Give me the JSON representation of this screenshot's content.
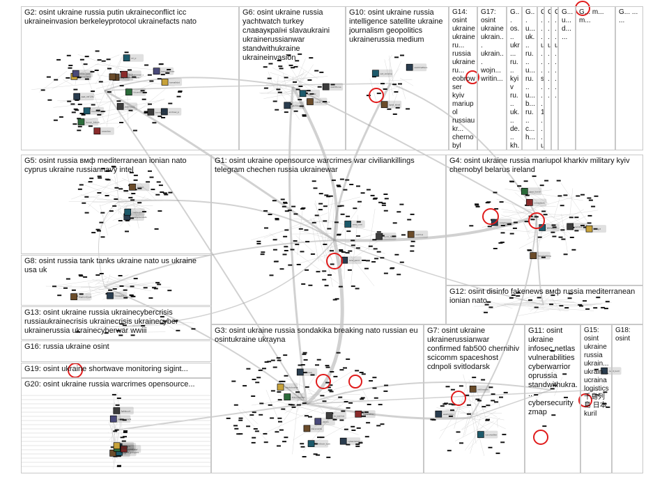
{
  "groups": [
    {
      "id": "G2",
      "label": "G2: osint ukraine russia putin ukraineconflict icc ukraineinvasion berkeleyprotocol ukrainefacts nato"
    },
    {
      "id": "G6",
      "label": "G6: osint ukraine russia yachtwatch turkey славаукраїні slavaukraini ukrainerussianwar standwithukraine ukraineinvasion"
    },
    {
      "id": "G10",
      "label": "G10: osint ukraine russia intelligence satellite ukraine journalism geopolitics ukrainerussia medium"
    },
    {
      "id": "G14",
      "label": "G14: osint ukraine ukraineru... russia ukraineru... eobrowser kyiv mariupol russiaukr... chernobyl"
    },
    {
      "id": "G17",
      "label": "G17: osint ukraine ukrain... ukrain... wojn... writin..."
    },
    {
      "id": "Gc1",
      "label": "G... os... ukr... ru... kyiv ru... uk... de... kh... do..."
    },
    {
      "id": "Gc2",
      "label": "G... u... uk... ru... u... ru... u... b... ru... c... h..."
    },
    {
      "id": "Gc3",
      "label": "G... u... s... 1... u... b... o... ..."
    },
    {
      "id": "Gc4",
      "label": "G... u... ..."
    },
    {
      "id": "Gc5",
      "label": "G... u... ..."
    },
    {
      "id": "Gc6",
      "label": "G... u... d... ..."
    },
    {
      "id": "Gc7",
      "label": "G... m... m..."
    },
    {
      "id": "Gc8",
      "label": "G... ... ..."
    },
    {
      "id": "G5",
      "label": "G5: osint russia вмф mediterranean ionian nato cyprus ukraine russiannavy intel"
    },
    {
      "id": "G1",
      "label": "G1: osint ukraine opensource warcrimes war civiliankillings telegram chechen russia ukrainewar"
    },
    {
      "id": "G4",
      "label": "G4: osint ukraine russia mariupol kharkiv military kyiv chernobyl belarus ireland"
    },
    {
      "id": "G8",
      "label": "G8: osint russia tank tanks ukraine nato us ukraine usa uk"
    },
    {
      "id": "G12",
      "label": "G12: osint disinfo fakenews вмф russia mediterranean ionian nato"
    },
    {
      "id": "G13",
      "label": "G13: osint ukraine russia ukrainecybercrisis russiaukrainecrisis ukrainecrisis ukrainecyber ukrainerussia ukrainecyberwar wwiii"
    },
    {
      "id": "G16",
      "label": "G16: russia ukraine osint"
    },
    {
      "id": "G19",
      "label": "G19: osint ukraine shortwave monitoring sigint..."
    },
    {
      "id": "G20",
      "label": "G20: osint ukraine russia warcrimes opensource..."
    },
    {
      "id": "G3",
      "label": "G3: osint ukraine russia sondakika breaking nato russian eu osintukraine ukrayna"
    },
    {
      "id": "G7",
      "label": "G7: osint ukraine ukrainerussianwar confirmed fab500 chernihiv scicomm spaceshost cdnpoli svitlodarsk"
    },
    {
      "id": "G11",
      "label": "G11: osint ukraine infosec netlas vulnerabilities cyberwarrior oprussia standwithukra... cybersecurity zmap"
    },
    {
      "id": "G15",
      "label": "G15: osint ukraine russia ukrain... ukrain... ucraina logistics 千島列島 日本 kuril"
    },
    {
      "id": "G18",
      "label": "G18: osint"
    }
  ],
  "node_labels": {
    "G2": [
      "bad_ukrudis",
      "sagoriehendfabric",
      "mendivanovic",
      "darrrvovs",
      "arsentes",
      "oscardubowa",
      "lerana1982",
      "pres_seal",
      "andrew_p",
      "cryptohistor",
      "ari_p",
      "bordarow",
      "muhammad_s",
      "lemon_kebab",
      "kamalhbd",
      "kremlinsmes"
    ],
    "G6": [
      "yachtwatch",
      "russia_ukraine",
      "slavaukr",
      "osintfocus"
    ],
    "G10": [
      "osintmatters",
      "apex_strat",
      "sat_ukraine"
    ],
    "G1": [
      "luna_sand",
      "osintua",
      "ams_com",
      "cyclo_telum"
    ],
    "G4": [
      "cwaptyonar",
      "hauptgelbeg",
      "sfmapper",
      "osintua",
      "inhabitant",
      "steel_force",
      "lardgrt"
    ],
    "G5": [
      "krasapterstats",
      "ms0ct",
      "madsup2"
    ],
    "G8": [
      "nowsahil",
      "doghuntrust"
    ],
    "G3": [
      "rusnaq",
      "kerpcarda",
      "goldtrain_tzat",
      "m_bankos",
      "rapadelna",
      "biasonuclear",
      "osintukraine",
      "dzmiv",
      "cyberdatatest"
    ],
    "G7": [
      "eastorimy",
      "skillinsolm",
      "vacowalker"
    ],
    "G20": [
      "gbrd",
      "gbrldhm",
      "osint_group23",
      "fghtscud",
      "blestbrpl",
      "gbibi",
      "mcdlskiy",
      "polskieroads"
    ],
    "G15": [
      "osint_kuril"
    ]
  }
}
